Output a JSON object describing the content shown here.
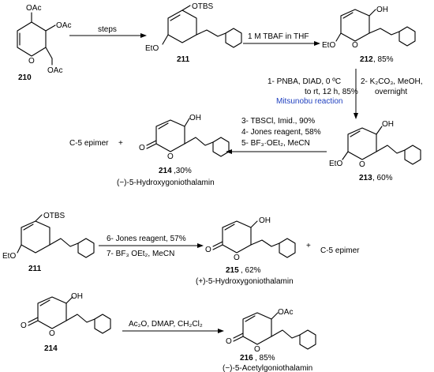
{
  "compounds": {
    "c210": {
      "number": "210",
      "groups": [
        "OAc",
        "OAc",
        "O",
        "OAc"
      ]
    },
    "c211": {
      "number": "211",
      "groups": [
        "OTBS",
        "EtO"
      ]
    },
    "c212": {
      "number": "212",
      "yield": ", 85%",
      "groups": [
        "OH",
        "O",
        "EtO"
      ]
    },
    "c213": {
      "number": "213",
      "yield": ", 60%",
      "groups": [
        "OH",
        "O",
        "EtO"
      ]
    },
    "c214": {
      "number": "214",
      "yield": ",30%",
      "name": "(−)-5-Hydroxygoniothalamin",
      "groups": [
        "OH",
        "O",
        "O"
      ]
    },
    "c211b": {
      "number": "211",
      "groups": [
        "OTBS",
        "EtO"
      ]
    },
    "c215": {
      "number": "215",
      "yield": ", 62%",
      "name": "(+)-5-Hydroxygoniothalamin",
      "groups": [
        "OH",
        "O",
        "O"
      ]
    },
    "c214b": {
      "number": "214",
      "groups": [
        "OH",
        "O",
        "O"
      ]
    },
    "c216": {
      "number": "216",
      "yield": ", 85%",
      "name": "(−)-5-Acetylgoniothalamin",
      "groups": [
        "OAc",
        "O",
        "O"
      ]
    }
  },
  "byproducts": {
    "epimer1": "C-5 epimer",
    "plus1": "+",
    "epimer2": "C-5 epimer",
    "plus2": "+"
  },
  "reactions": {
    "r1": {
      "above": "steps"
    },
    "r2": {
      "above": "1 M TBAF in THF"
    },
    "r3": {
      "left": [
        "1- PNBA, DIAD, 0 ºC",
        "to rt, 12 h, 85%"
      ],
      "named": "Mitsunobu reaction",
      "right": [
        "2- K₂CO₃, MeOH,",
        "overnight"
      ]
    },
    "r4": {
      "above": [
        "3- TBSCl, Imid., 90%",
        "4- Jones reagent, 58%",
        "5- BF₃·OEt₂, MeCN"
      ]
    },
    "r5": {
      "above": "6- Jones reagent, 57%",
      "below": "7- BF₃ OEt₂, MeCN"
    },
    "r6": {
      "above": "Ac₂O, DMAP, CH₂Cl₂"
    }
  },
  "colors": {
    "ink": "#000000",
    "named_reaction": "#1f3fbf",
    "background": "#ffffff"
  }
}
